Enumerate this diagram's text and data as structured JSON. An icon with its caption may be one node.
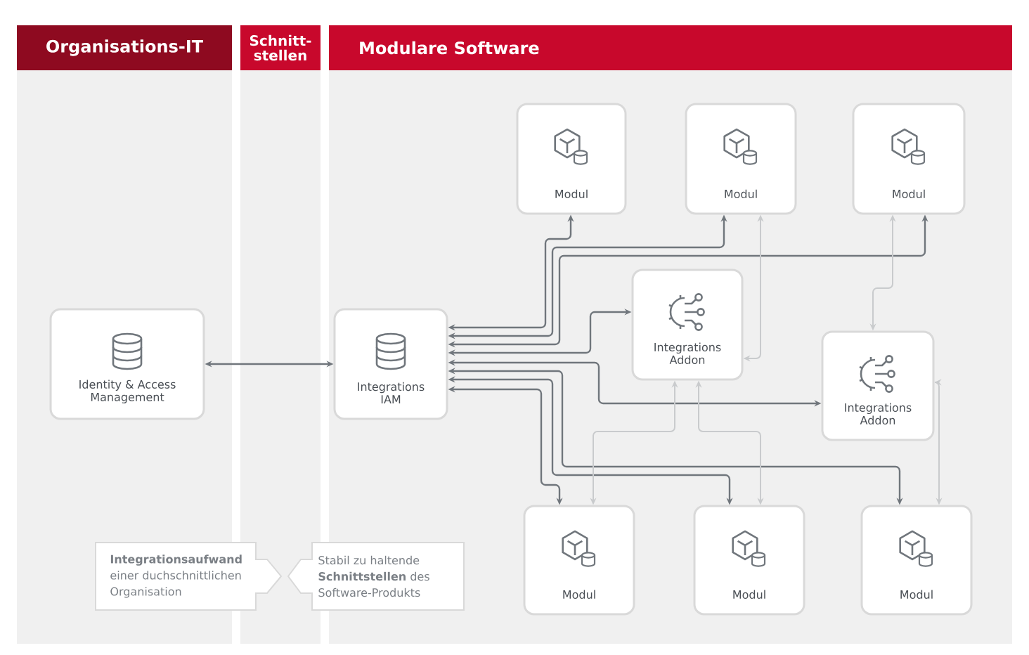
{
  "diagram": {
    "nodes": [
      {
        "text": [
          "Organisations-IT"
        ]
      },
      {
        "text": [
          "Schnitt-stellen"
        ]
      },
      {
        "text": [
          "Modulare Software"
        ]
      },
      {
        "text": [
          "Identity & Access Management"
        ]
      },
      {
        "text": [
          "Integrations IAM"
        ]
      },
      {
        "text": [
          "Modul"
        ]
      },
      {
        "text": [
          "Modul"
        ]
      },
      {
        "text": [
          "Modul"
        ]
      },
      {
        "text": [
          "Integrations Addon"
        ]
      },
      {
        "text": [
          "Integrations Addon"
        ]
      },
      {
        "text": [
          "Modul"
        ]
      },
      {
        "text": [
          "Modul"
        ]
      },
      {
        "text": [
          "Modul"
        ]
      },
      {
        "text": [
          "**Integrationsaufwand** einer duchschnittlichen Organisation"
        ]
      },
      {
        "text": [
          "Stabil zu haltende **Schnittstellen** des Software-Produkts"
        ]
      }
    ],
    "edges": [
      {
        "from": 3,
        "to": 4,
        "arrow": "both"
      },
      {
        "from": 4,
        "to": 5,
        "arrow": "both"
      },
      {
        "from": 4,
        "to": 6,
        "arrow": "both"
      },
      {
        "from": 4,
        "to": 7,
        "arrow": "both"
      },
      {
        "from": 4,
        "to": 8,
        "arrow": "both"
      },
      {
        "from": 4,
        "to": 9,
        "arrow": "both"
      },
      {
        "from": 4,
        "to": 10,
        "arrow": "both"
      },
      {
        "from": 4,
        "to": 11,
        "arrow": "both"
      },
      {
        "from": 4,
        "to": 12,
        "arrow": "both"
      },
      {
        "from": 6,
        "to": 8,
        "arrow": "both",
        "color": "#c9cbcd"
      },
      {
        "from": 7,
        "to": 9,
        "arrow": "both",
        "color": "#c9cbcd"
      },
      {
        "from": 8,
        "to": 10,
        "arrow": "both",
        "color": "#c9cbcd"
      },
      {
        "from": 8,
        "to": 11,
        "arrow": "both",
        "color": "#c9cbcd"
      },
      {
        "from": 9,
        "to": 12,
        "arrow": "both",
        "color": "#c9cbcd"
      }
    ]
  }
}
